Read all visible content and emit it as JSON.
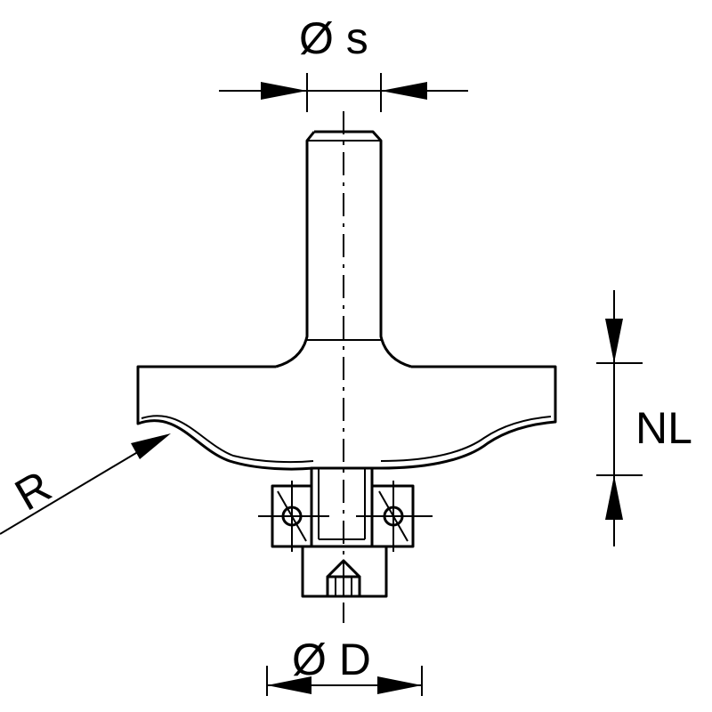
{
  "labels": {
    "shank_diameter": "Ø s",
    "cutting_diameter": "Ø D",
    "cutting_length": "NL",
    "radius": "R"
  }
}
